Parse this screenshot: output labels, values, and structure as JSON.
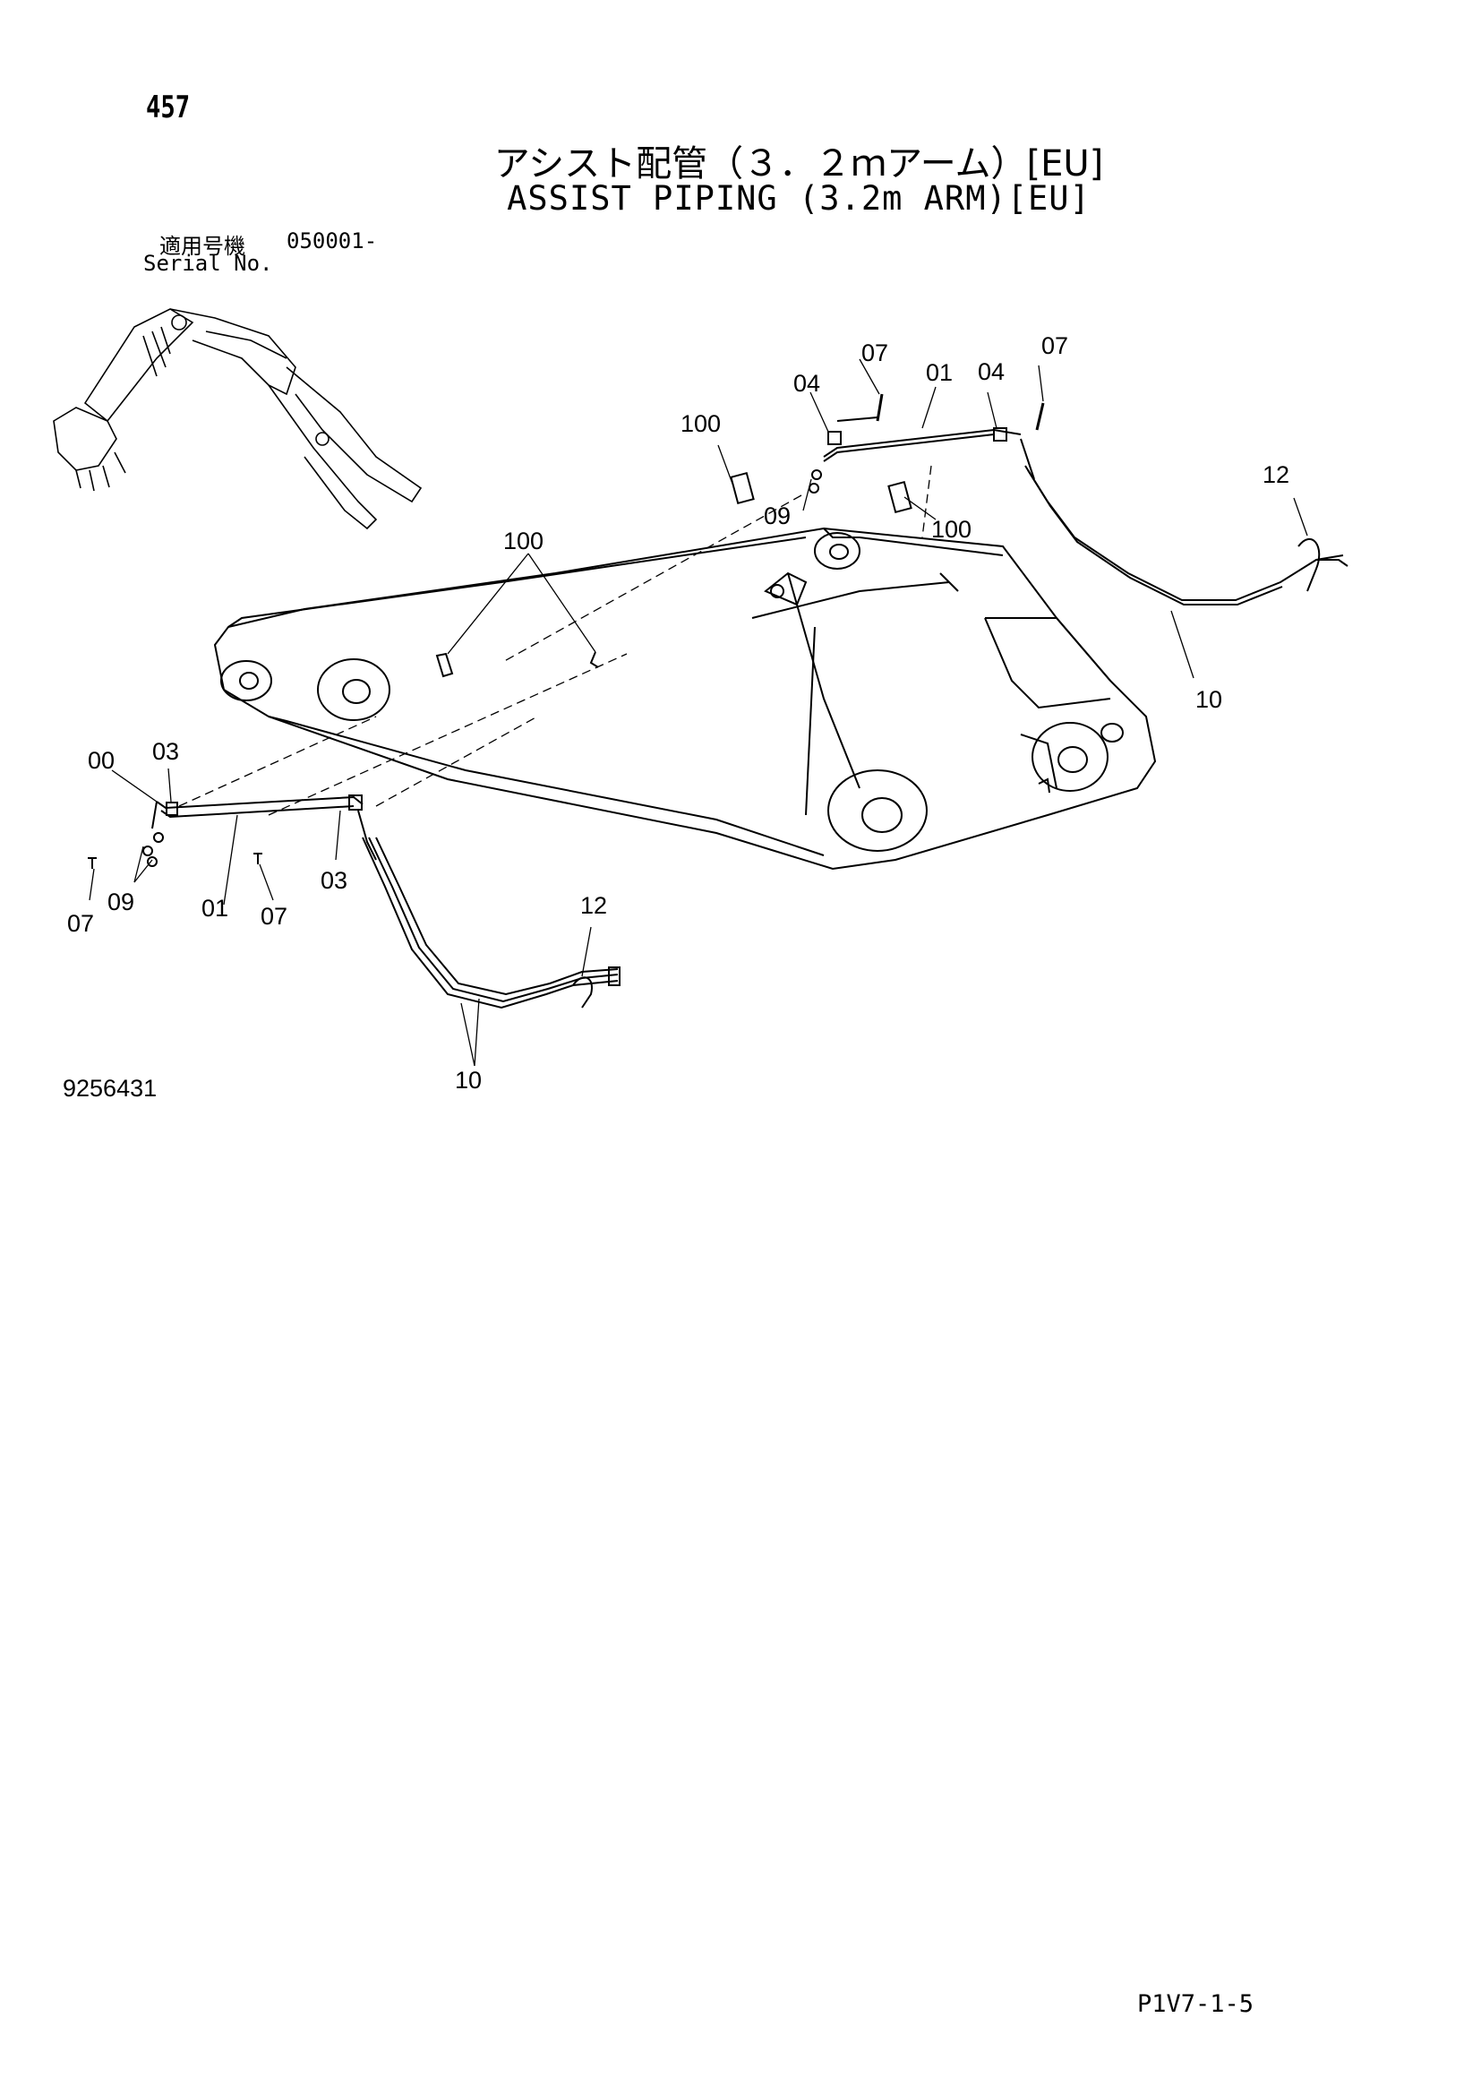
{
  "header": {
    "page_number": "457",
    "title_jp": "アシスト配管（３．２ｍアーム）[EU]",
    "title_en": "ASSIST PIPING (3.2m ARM)[EU]",
    "serial_label_jp": "適用号機",
    "serial_range": "050001-",
    "serial_label_en": "Serial No."
  },
  "callouts": {
    "top_07_left": "07",
    "top_01": "01",
    "top_04_left": "04",
    "top_04_right": "04",
    "top_07_right": "07",
    "top_100_left": "100",
    "top_100_right": "100",
    "top_09": "09",
    "top_12": "12",
    "top_10": "10",
    "mid_100": "100",
    "bot_00": "00",
    "bot_03_left": "03",
    "bot_09": "09",
    "bot_07_left": "07",
    "bot_01": "01",
    "bot_07_mid": "07",
    "bot_03_right": "03",
    "bot_12": "12",
    "bot_10": "10"
  },
  "footer": {
    "drawing_number": "9256431",
    "page_ref": "P1V7-1-5"
  }
}
